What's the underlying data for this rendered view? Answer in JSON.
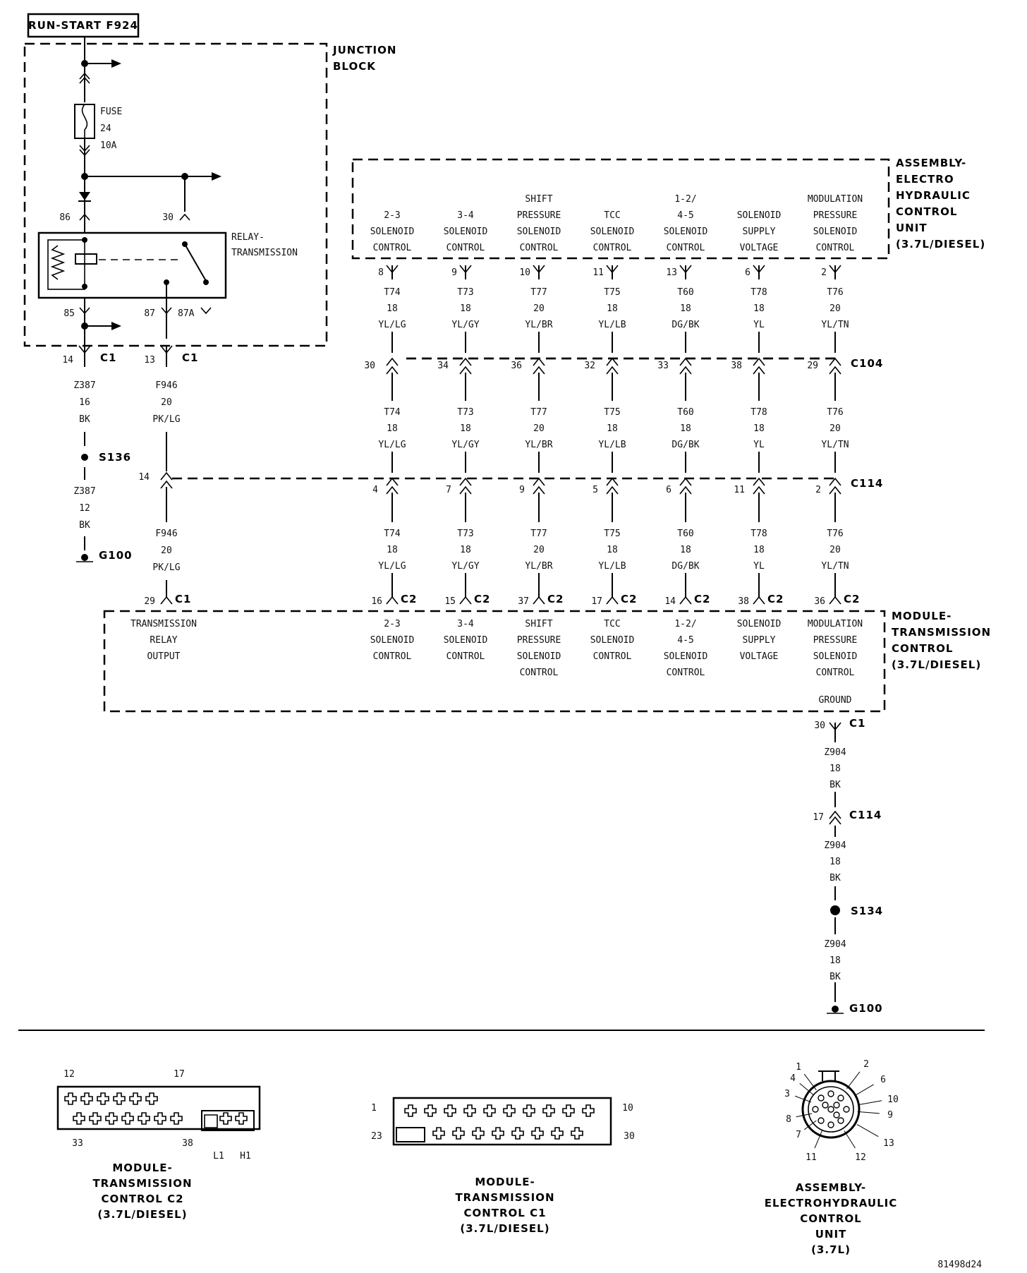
{
  "title": "RUN-START F924",
  "junction_block": {
    "label": [
      "JUNCTION",
      "BLOCK"
    ],
    "fuse": [
      "FUSE",
      "24",
      "10A"
    ],
    "relay": [
      "RELAY-",
      "TRANSMISSION"
    ],
    "pins": {
      "p86": "86",
      "p30": "30",
      "p85": "85",
      "p87": "87",
      "p87a": "87A"
    }
  },
  "left_connectors": {
    "c1a": {
      "pin": "14",
      "conn": "C1"
    },
    "c1b": {
      "pin": "13",
      "conn": "C1"
    },
    "z387a": [
      "Z387",
      "16",
      "BK"
    ],
    "z387b": [
      "Z387",
      "12",
      "BK"
    ],
    "f946a": [
      "F946",
      "20",
      "PK/LG"
    ],
    "f946b": [
      "F946",
      "20",
      "PK/LG"
    ],
    "s136": "S136",
    "g100a": "G100",
    "pin14": "14",
    "pcm_c1": {
      "pin": "29",
      "conn": "C1"
    }
  },
  "ehcu": {
    "label": [
      "ASSEMBLY-",
      "ELECTRO",
      "HYDRAULIC",
      "CONTROL",
      "UNIT",
      "(3.7L/DIESEL)"
    ],
    "circuits": [
      {
        "name": [
          "",
          "2-3",
          "SOLENOID",
          "CONTROL"
        ],
        "top": "8",
        "c104": "30",
        "c114": "4",
        "c2": "16",
        "wire": [
          "T74",
          "18",
          "YL/LG"
        ]
      },
      {
        "name": [
          "",
          "3-4",
          "SOLENOID",
          "CONTROL"
        ],
        "top": "9",
        "c104": "34",
        "c114": "7",
        "c2": "15",
        "wire": [
          "T73",
          "18",
          "YL/GY"
        ]
      },
      {
        "name": [
          "SHIFT",
          "PRESSURE",
          "SOLENOID",
          "CONTROL"
        ],
        "top": "10",
        "c104": "36",
        "c114": "9",
        "c2": "37",
        "wire": [
          "T77",
          "20",
          "YL/BR"
        ]
      },
      {
        "name": [
          "",
          "TCC",
          "SOLENOID",
          "CONTROL"
        ],
        "top": "11",
        "c104": "32",
        "c114": "5",
        "c2": "17",
        "wire": [
          "T75",
          "18",
          "YL/LB"
        ]
      },
      {
        "name": [
          "1-2/",
          "4-5",
          "SOLENOID",
          "CONTROL"
        ],
        "top": "13",
        "c104": "33",
        "c114": "6",
        "c2": "14",
        "wire": [
          "T60",
          "18",
          "DG/BK"
        ]
      },
      {
        "name": [
          "",
          "SOLENOID",
          "SUPPLY",
          "VOLTAGE"
        ],
        "top": "6",
        "c104": "38",
        "c114": "11",
        "c2": "38",
        "wire": [
          "T78",
          "18",
          "YL"
        ]
      },
      {
        "name": [
          "MODULATION",
          "PRESSURE",
          "SOLENOID",
          "CONTROL"
        ],
        "top": "2",
        "c104": "29",
        "c114": "2",
        "c2": "36",
        "wire": [
          "T76",
          "20",
          "YL/TN"
        ]
      }
    ]
  },
  "c104": "C104",
  "c114": "C114",
  "c2": "C2",
  "pcm": {
    "label": [
      "MODULE-",
      "TRANSMISSION",
      "CONTROL",
      "(3.7L/DIESEL)"
    ],
    "relay_output": [
      "TRANSMISSION",
      "RELAY",
      "OUTPUT"
    ],
    "module_names": [
      [
        "2-3",
        "SOLENOID",
        "CONTROL",
        ""
      ],
      [
        "3-4",
        "SOLENOID",
        "CONTROL",
        ""
      ],
      [
        "SHIFT",
        "PRESSURE",
        "SOLENOID",
        "CONTROL"
      ],
      [
        "TCC",
        "SOLENOID",
        "CONTROL",
        ""
      ],
      [
        "1-2/",
        "4-5",
        "SOLENOID",
        "CONTROL"
      ],
      [
        "SOLENOID",
        "SUPPLY",
        "VOLTAGE",
        ""
      ],
      [
        "MODULATION",
        "PRESSURE",
        "SOLENOID",
        "CONTROL"
      ]
    ],
    "ground": "GROUND"
  },
  "ground_path": {
    "c1": {
      "pin": "30",
      "conn": "C1"
    },
    "z904a": [
      "Z904",
      "18",
      "BK"
    ],
    "c114": {
      "pin": "17",
      "conn": "C114"
    },
    "z904b": [
      "Z904",
      "18",
      "BK"
    ],
    "s134": "S134",
    "z904c": [
      "Z904",
      "18",
      "BK"
    ],
    "g100": "G100"
  },
  "connector_views": {
    "c2": {
      "label": [
        "MODULE-",
        "TRANSMISSION",
        "CONTROL C2",
        "(3.7L/DIESEL)"
      ],
      "pins": {
        "tl": "12",
        "tr": "17",
        "bl": "33",
        "br": "38",
        "l1": "L1",
        "h1": "H1"
      }
    },
    "c1": {
      "label": [
        "MODULE-",
        "TRANSMISSION",
        "CONTROL C1",
        "(3.7L/DIESEL)"
      ],
      "pins": {
        "tl": "1",
        "tr": "10",
        "bl": "23",
        "br": "30"
      }
    },
    "ehcu": {
      "label": [
        "ASSEMBLY-",
        "ELECTROHYDRAULIC",
        "CONTROL",
        "UNIT",
        "(3.7L)"
      ],
      "pins": [
        "1",
        "2",
        "3",
        "4",
        "6",
        "7",
        "8",
        "9",
        "10",
        "11",
        "12",
        "13"
      ]
    }
  },
  "figure_code": "81498d24"
}
